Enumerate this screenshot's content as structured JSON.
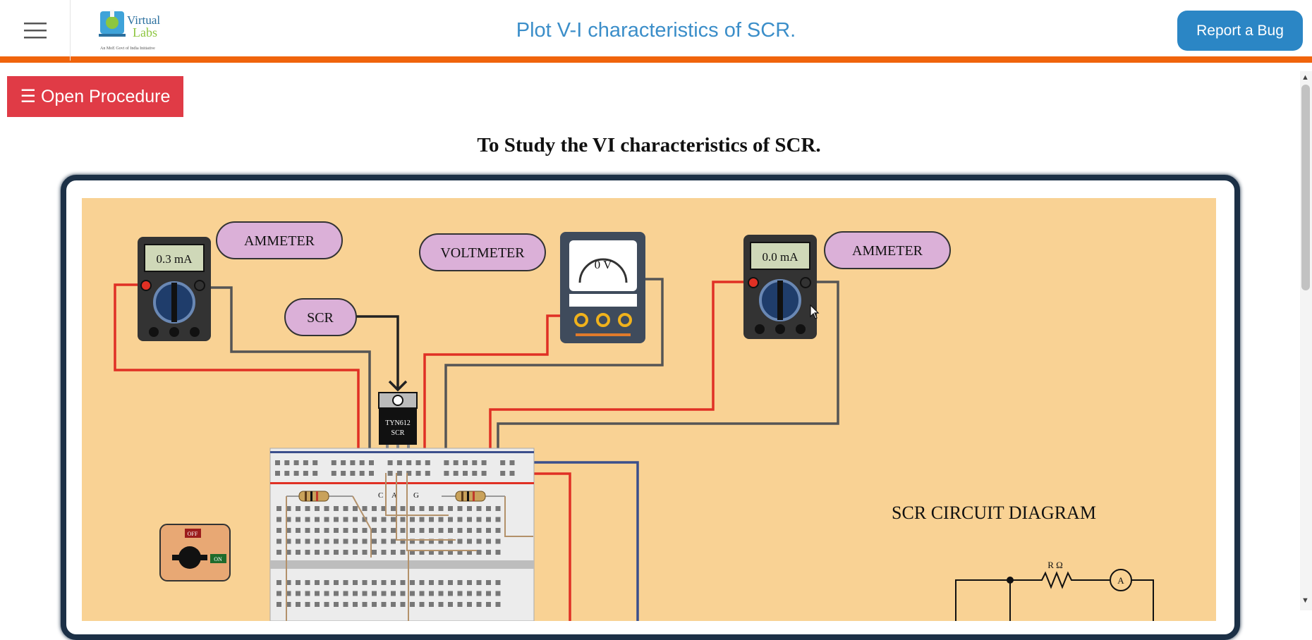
{
  "navbar": {
    "menu_icon": "hamburger-icon",
    "logo_text": "Virtual Labs",
    "logo_tagline": "An MoE Govt of India Initiative",
    "title": "Plot V-I characteristics of SCR.",
    "bug_button": "Report a Bug"
  },
  "procedure_button": "☰ Open Procedure",
  "heading": "To Study the VI characteristics of SCR.",
  "sim": {
    "ammeter1_reading": "0.3 mA",
    "ammeter1_label": "AMMETER",
    "voltmeter_reading": "0 V",
    "voltmeter_label": "VOLTMETER",
    "ammeter2_reading": "0.0 mA",
    "ammeter2_label": "AMMETER",
    "scr_label": "SCR",
    "scr_part_line1": "TYN612",
    "scr_part_line2": "SCR",
    "pin_c": "C",
    "pin_a": "A",
    "pin_g": "G",
    "switch_off": "OFF",
    "switch_on": "ON",
    "circuit_title": "SCR CIRCUIT DIAGRAM",
    "resistor_label": "R Ω",
    "ammeter_symbol": "A"
  },
  "colors": {
    "accent": "#f0640c",
    "title": "#3b8ec9",
    "bug_button": "#2b86c5",
    "procedure_button": "#e03b46",
    "stage_bg": "#f9d294",
    "label_pill": "#dbb0d8",
    "frame": "#1c3046"
  }
}
